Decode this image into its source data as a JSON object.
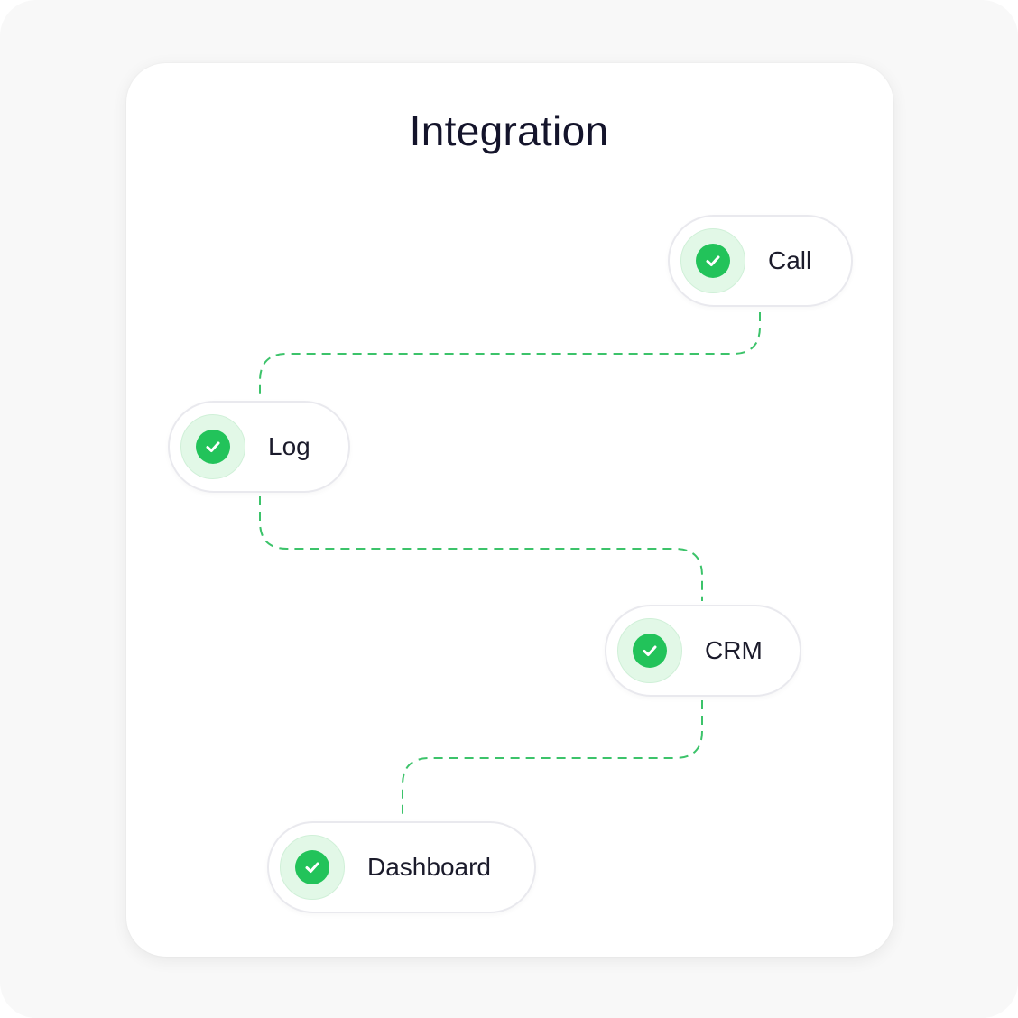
{
  "title": "Integration",
  "colors": {
    "accent": "#22c35a",
    "halo": "#e2f8e7",
    "connector": "#3cc36a",
    "text": "#14142b"
  },
  "steps": [
    {
      "label": "Call",
      "status": "complete",
      "icon": "check-icon"
    },
    {
      "label": "Log",
      "status": "complete",
      "icon": "check-icon"
    },
    {
      "label": "CRM",
      "status": "complete",
      "icon": "check-icon"
    },
    {
      "label": "Dashboard",
      "status": "complete",
      "icon": "check-icon"
    }
  ]
}
